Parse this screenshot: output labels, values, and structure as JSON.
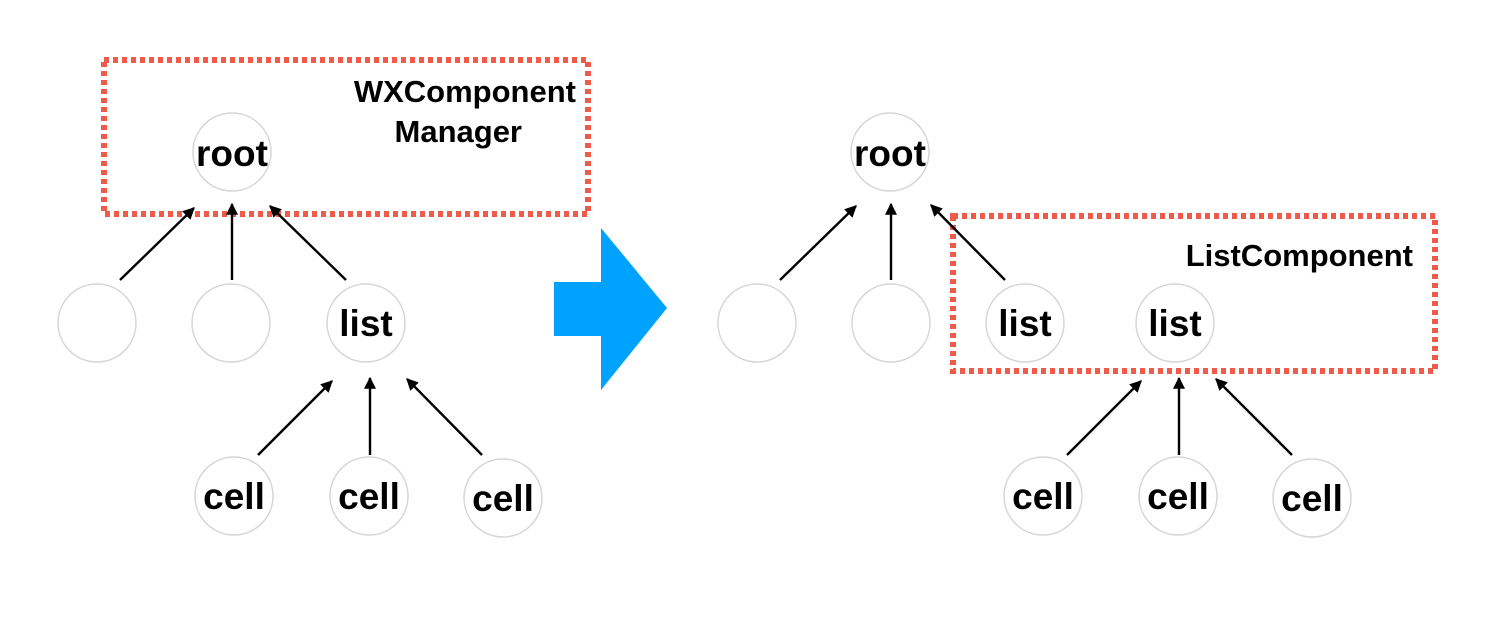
{
  "colors": {
    "highlight_box": "#ef5b48",
    "transition_arrow": "#00a2ff",
    "node_border": "#d6d6d6",
    "edge": "#000000"
  },
  "before": {
    "box_label_line1": "WXComponent",
    "box_label_line2": "Manager",
    "root_label": "root",
    "child_nodes": [
      "",
      "",
      "list"
    ],
    "leaf_nodes": [
      "cell",
      "cell",
      "cell"
    ]
  },
  "after": {
    "box_label": "ListComponent",
    "root_label": "root",
    "child_nodes": [
      "",
      "",
      "list"
    ],
    "inner_list_label": "list",
    "leaf_nodes": [
      "cell",
      "cell",
      "cell"
    ]
  }
}
